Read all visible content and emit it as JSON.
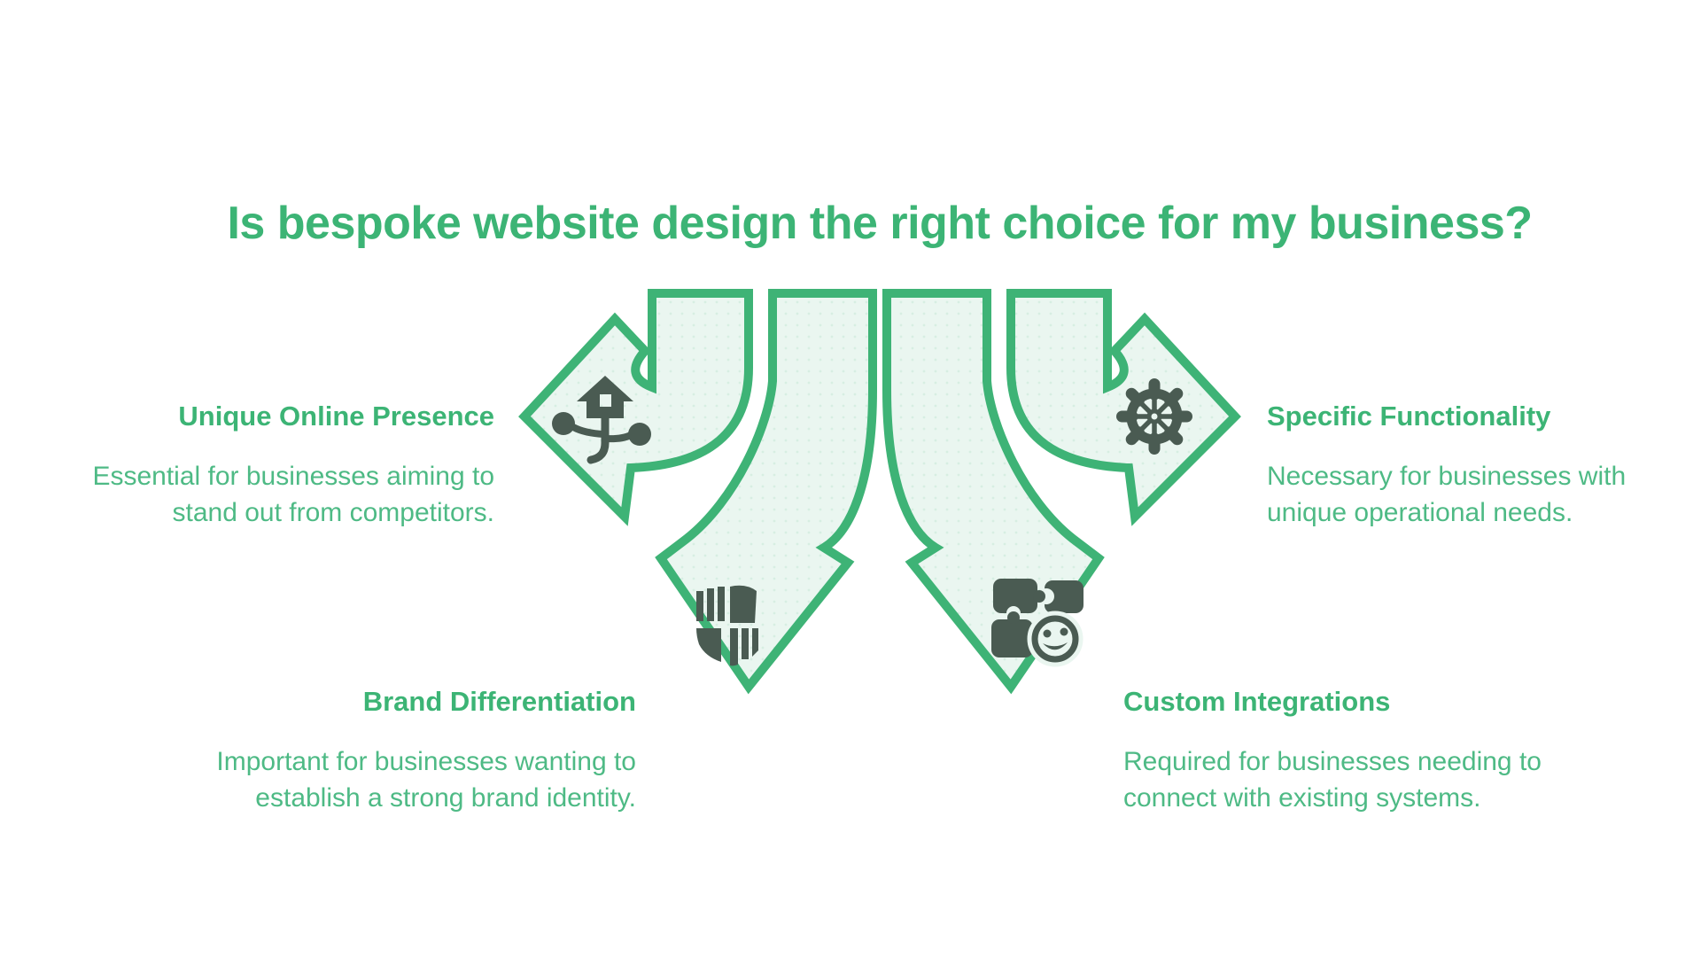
{
  "title": "Is bespoke website design the right choice for my business?",
  "colors": {
    "accent": "#3eb376",
    "arrow-fill": "#eaf6f0",
    "dot": "#d7eee2",
    "heading": "#3cb475",
    "body": "#4eba85",
    "icon": "#4a5b52",
    "background": "#ffffff"
  },
  "sections": {
    "top_left": {
      "heading": "Unique Online Presence",
      "lines": [
        "Essential for businesses aiming to",
        "stand out from competitors."
      ],
      "icon": "plant-icon"
    },
    "top_right": {
      "heading": "Specific Functionality",
      "lines": [
        "Necessary for businesses with",
        "unique operational needs."
      ],
      "icon": "gear-icon"
    },
    "bottom_left": {
      "heading": "Brand Differentiation",
      "lines": [
        "Important for businesses wanting to",
        "establish a strong brand identity."
      ],
      "icon": "shield-icon"
    },
    "bottom_right": {
      "heading": "Custom Integrations",
      "lines": [
        "Required for businesses needing to",
        "connect with existing systems."
      ],
      "icon": "puzzle-smiley-icon"
    }
  }
}
